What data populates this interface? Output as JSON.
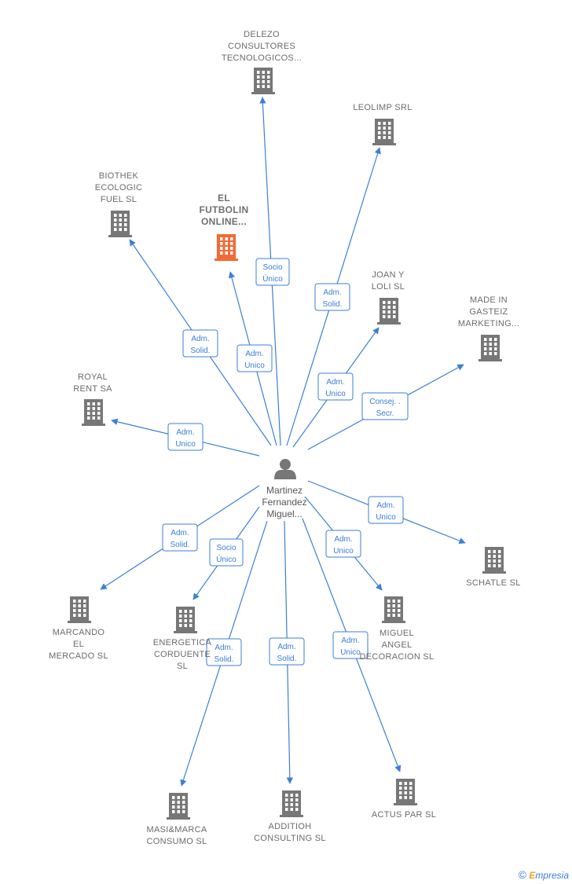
{
  "center": {
    "name_lines": [
      "Martinez",
      "Fernandez",
      "Miguel..."
    ],
    "icon": "person-icon"
  },
  "companies": [
    {
      "id": "delezo",
      "lines": [
        "DELEZO",
        "CONSULTORES",
        "TECNOLOGICOS..."
      ],
      "icon": "building-icon",
      "color": "#777777"
    },
    {
      "id": "leolimp",
      "lines": [
        "LEOLIMP SRL"
      ],
      "icon": "building-icon",
      "color": "#777777"
    },
    {
      "id": "biothek",
      "lines": [
        "BIOTHEK",
        "ECOLOGIC",
        "FUEL SL"
      ],
      "icon": "building-icon",
      "color": "#777777"
    },
    {
      "id": "futbolin",
      "lines": [
        "EL",
        "FUTBOLIN",
        "ONLINE..."
      ],
      "icon": "building-icon",
      "color": "#f26a35",
      "focus": true
    },
    {
      "id": "joan",
      "lines": [
        "JOAN Y",
        "LOLI SL"
      ],
      "icon": "building-icon",
      "color": "#777777"
    },
    {
      "id": "madein",
      "lines": [
        "MADE IN",
        "GASTEIZ",
        "MARKETING..."
      ],
      "icon": "building-icon",
      "color": "#777777"
    },
    {
      "id": "royal",
      "lines": [
        "ROYAL",
        "RENT SA"
      ],
      "icon": "building-icon",
      "color": "#777777"
    },
    {
      "id": "schatle",
      "lines": [
        "SCHATLE  SL"
      ],
      "icon": "building-icon",
      "color": "#777777"
    },
    {
      "id": "marcando",
      "lines": [
        "MARCANDO",
        "EL",
        "MERCADO  SL"
      ],
      "icon": "building-icon",
      "color": "#777777"
    },
    {
      "id": "energetica",
      "lines": [
        "ENERGETICA",
        "CORDUENTE",
        "SL"
      ],
      "icon": "building-icon",
      "color": "#777777"
    },
    {
      "id": "miguel",
      "lines": [
        "MIGUEL",
        "ANGEL",
        "DECORACION SL"
      ],
      "icon": "building-icon",
      "color": "#777777"
    },
    {
      "id": "masi",
      "lines": [
        "MASI&MARCA",
        "CONSUMO SL"
      ],
      "icon": "building-icon",
      "color": "#777777"
    },
    {
      "id": "additioh",
      "lines": [
        "ADDITIOH",
        "CONSULTING SL"
      ],
      "icon": "building-icon",
      "color": "#777777"
    },
    {
      "id": "actus",
      "lines": [
        "ACTUS PAR SL"
      ],
      "icon": "building-icon",
      "color": "#777777"
    }
  ],
  "relations": [
    {
      "to": "delezo",
      "lines": [
        "Socio",
        "Único"
      ]
    },
    {
      "to": "leolimp",
      "lines": [
        "Adm.",
        "Solid."
      ]
    },
    {
      "to": "biothek",
      "lines": [
        "Adm.",
        "Solid."
      ]
    },
    {
      "to": "futbolin",
      "lines": [
        "Adm.",
        "Unico"
      ]
    },
    {
      "to": "joan",
      "lines": [
        "Adm.",
        "Unico"
      ]
    },
    {
      "to": "madein",
      "lines": [
        "Consej. .",
        "Secr."
      ]
    },
    {
      "to": "royal",
      "lines": [
        "Adm.",
        "Unico"
      ]
    },
    {
      "to": "schatle",
      "lines": [
        "Adm.",
        "Unico"
      ]
    },
    {
      "to": "marcando",
      "lines": [
        "Adm.",
        "Solid."
      ]
    },
    {
      "to": "energetica",
      "lines": [
        "Socio",
        "Único"
      ]
    },
    {
      "to": "miguel",
      "lines": [
        "Adm.",
        "Unico"
      ]
    },
    {
      "to": "masi",
      "lines": [
        "Adm.",
        "Solid."
      ]
    },
    {
      "to": "additioh",
      "lines": [
        "Adm.",
        "Solid."
      ]
    },
    {
      "to": "actus",
      "lines": [
        "Adm.",
        "Unico"
      ]
    }
  ],
  "footer": {
    "copyright": "©",
    "brand_first": "E",
    "brand_rest": "mpresia"
  }
}
